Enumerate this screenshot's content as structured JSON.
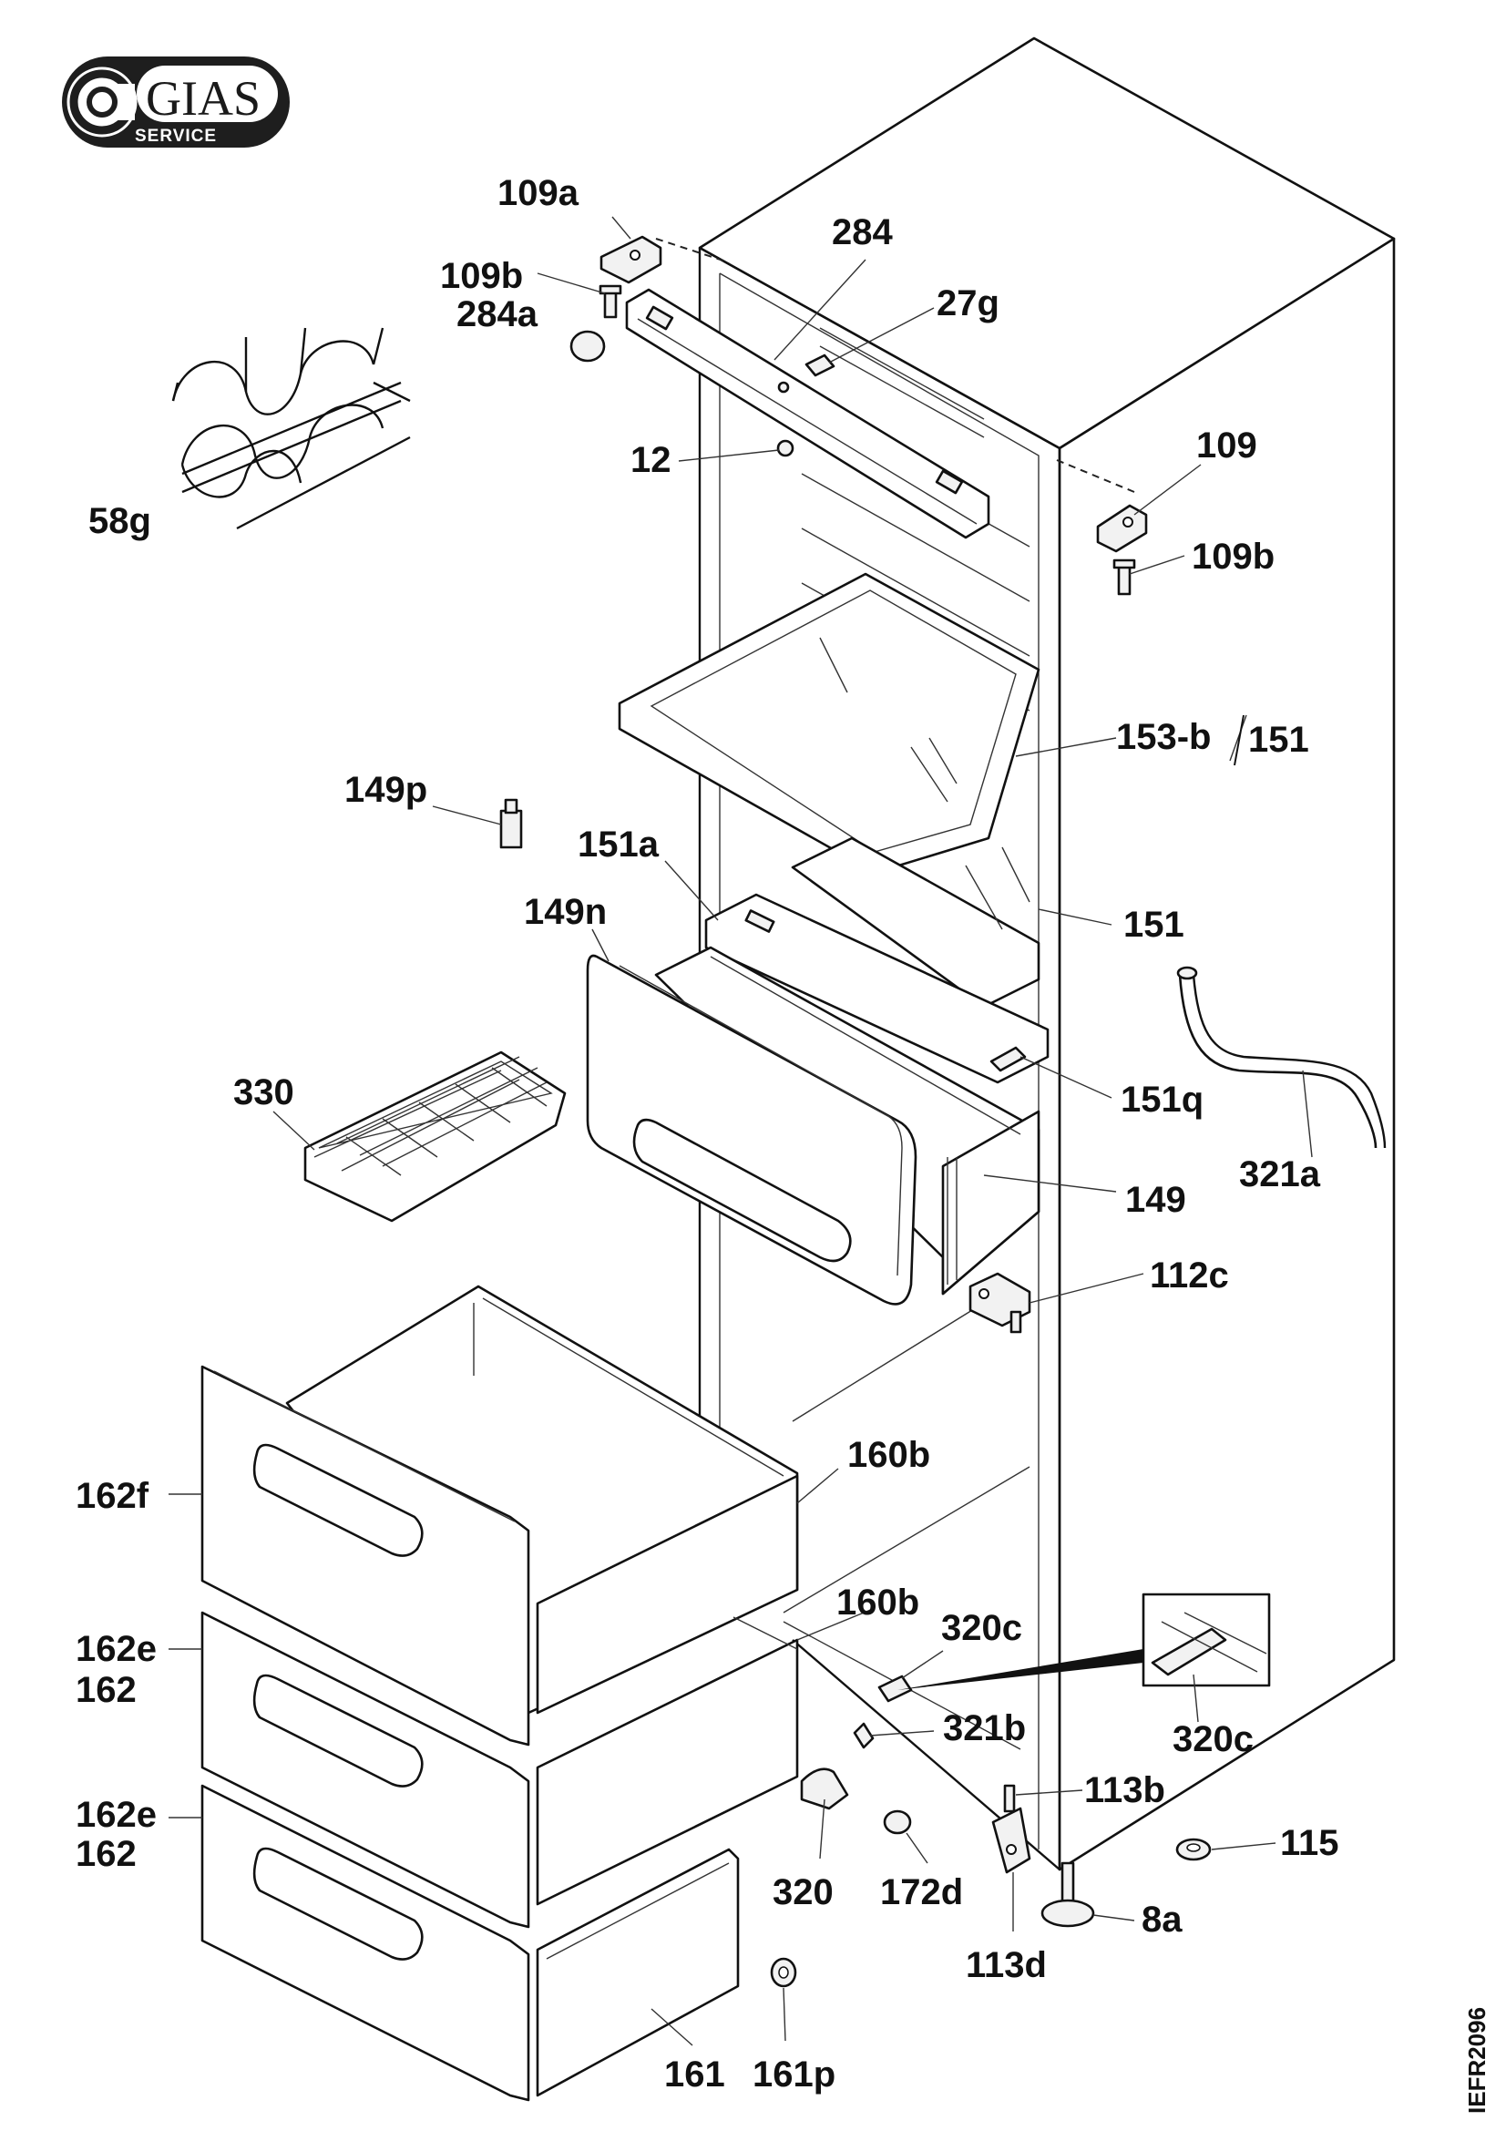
{
  "logo": {
    "brand": "GIAS",
    "subtitle": "SERVICE",
    "emblem": "c-circle-emblem"
  },
  "drawing_code": "IEFR2096",
  "labels": {
    "l109a": "109a",
    "l109b_top": "109b",
    "l284a": "284a",
    "l284": "284",
    "l27g": "27g",
    "l12": "12",
    "l109": "109",
    "l109b_right": "109b",
    "l58g": "58g",
    "l153b": "153-b",
    "l151_top": "151",
    "l149p": "149p",
    "l151a": "151a",
    "l149n": "149n",
    "l151": "151",
    "l151q": "151q",
    "l321a": "321a",
    "l330": "330",
    "l149": "149",
    "l112c": "112c",
    "l160b_top": "160b",
    "l162f": "162f",
    "l160b_mid": "160b",
    "l320c_top": "320c",
    "l162e_a": "162e",
    "l162_a": "162",
    "l320c_detail": "320c",
    "l321b": "321b",
    "l113b": "113b",
    "l162e_b": "162e",
    "l162_b": "162",
    "l115": "115",
    "l320": "320",
    "l172d": "172d",
    "l8a": "8a",
    "l113d": "113d",
    "l161": "161",
    "l161p": "161p"
  }
}
